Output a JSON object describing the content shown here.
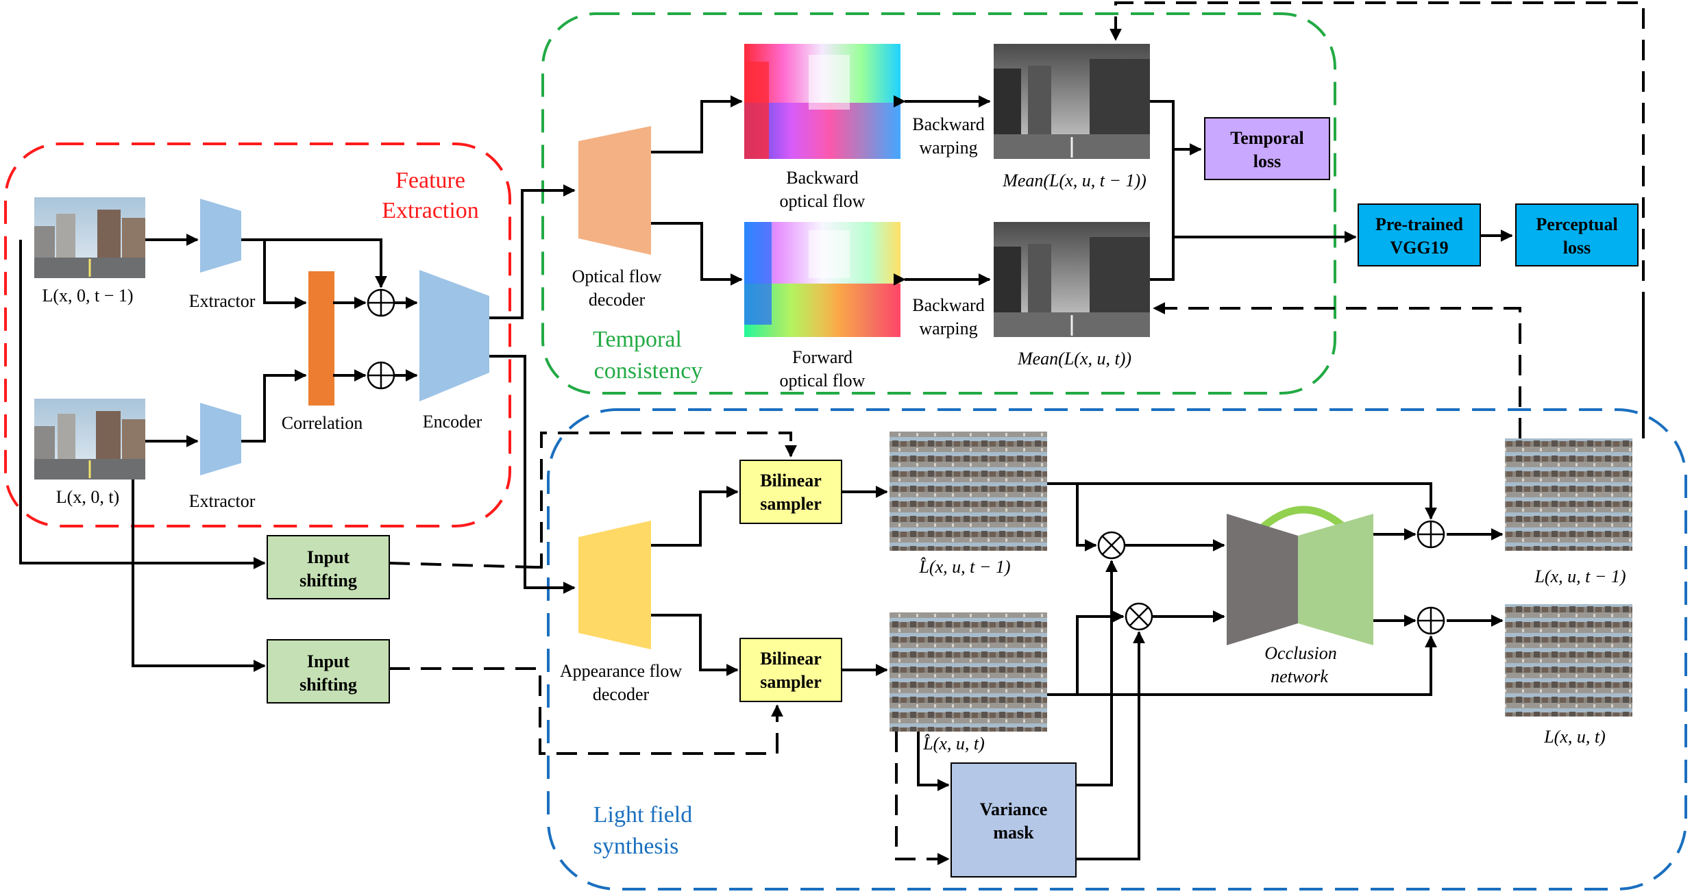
{
  "groups": {
    "feature_extraction": {
      "label_line1": "Feature",
      "label_line2": "Extraction",
      "color": "#ff1a1a"
    },
    "temporal_consistency": {
      "label_line1": "Temporal",
      "label_line2": "consistency",
      "color": "#22aa44"
    },
    "light_field_synthesis": {
      "label_line1": "Light field",
      "label_line2": "synthesis",
      "color": "#1a6fbf"
    }
  },
  "inputs": {
    "prev_view": "L(x, 0, t − 1)",
    "curr_view": "L(x, 0, t)"
  },
  "modules": {
    "extractor_top": "Extractor",
    "extractor_bottom": "Extractor",
    "correlation": "Correlation",
    "encoder": "Encoder",
    "optical_flow_decoder_line1": "Optical flow",
    "optical_flow_decoder_line2": "decoder",
    "appearance_flow_decoder_line1": "Appearance flow",
    "appearance_flow_decoder_line2": "decoder",
    "input_shifting_top_line1": "Input",
    "input_shifting_top_line2": "shifting",
    "input_shifting_bottom_line1": "Input",
    "input_shifting_bottom_line2": "shifting",
    "bilinear_sampler_top_line1": "Bilinear",
    "bilinear_sampler_top_line2": "sampler",
    "bilinear_sampler_bottom_line1": "Bilinear",
    "bilinear_sampler_bottom_line2": "sampler",
    "variance_mask_line1": "Variance",
    "variance_mask_line2": "mask",
    "occlusion_network_line1": "Occlusion",
    "occlusion_network_line2": "network",
    "temporal_loss_line1": "Temporal",
    "temporal_loss_line2": "loss",
    "pretrained_vgg_line1": "Pre-trained",
    "pretrained_vgg_line2": "VGG19",
    "perceptual_loss_line1": "Perceptual",
    "perceptual_loss_line2": "loss"
  },
  "flows": {
    "backward_flow_line1": "Backward",
    "backward_flow_line2": "optical flow",
    "forward_flow_line1": "Forward",
    "forward_flow_line2": "optical flow",
    "warp_top_line1": "Backward",
    "warp_top_line2": "warping",
    "warp_bottom_line1": "Backward",
    "warp_bottom_line2": "warping"
  },
  "images": {
    "mean_prev": "Mean(L(x, u, t − 1))",
    "mean_curr": "Mean(L(x, u, t))",
    "lhat_prev": "L̂(x, u, t − 1)",
    "lhat_curr": "L̂(x, u, t)",
    "out_prev": "L(x, u, t − 1)",
    "out_curr": "L(x, u, t)"
  },
  "colors": {
    "extractor": "#9dc3e6",
    "encoder": "#9dc3e6",
    "correlation": "#ed7d31",
    "optical_flow_decoder": "#f4b183",
    "appearance_flow_decoder": "#ffd966",
    "input_shifting": "#c5e0b4",
    "bilinear_sampler": "#ffff99",
    "variance_mask": "#b4c7e7",
    "temporal_loss": "#c9a8ff",
    "vgg": "#00b0f0",
    "perceptual_loss": "#00b0f0",
    "occlusion_encoder": "#757171",
    "occlusion_decoder": "#a9d18e",
    "skip_arc": "#92d050"
  }
}
